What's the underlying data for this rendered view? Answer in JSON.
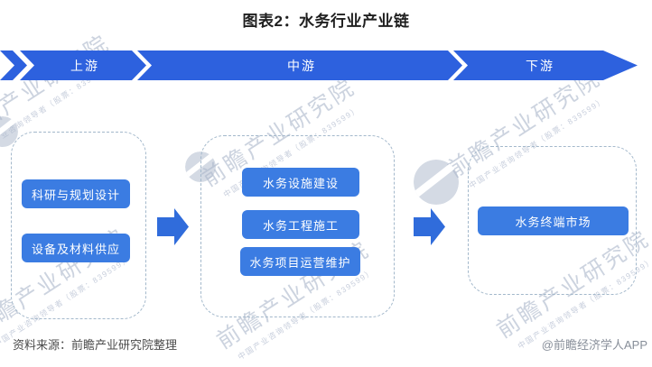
{
  "title": "图表2：水务行业产业链",
  "banner": {
    "upstream": "上游",
    "midstream": "中游",
    "downstream": "下游"
  },
  "groups": {
    "upstream": {
      "items": [
        "科研与规划设计",
        "设备及材料供应"
      ]
    },
    "midstream": {
      "items": [
        "水务设施建设",
        "水务工程施工",
        "水务项目运营维护"
      ]
    },
    "downstream": {
      "items": [
        "水务终端市场"
      ]
    }
  },
  "watermark": {
    "brand": "前瞻产业研究院",
    "tagline": "中国产业咨询领导者（股票：839599）"
  },
  "footer": {
    "source": "资料来源：前瞻产业研究院整理",
    "credit": "@前瞻经济学人APP"
  },
  "colors": {
    "ribbon_blue": "#2d61de",
    "node_blue": "#3b7ce2",
    "arrow_blue": "#306cdb",
    "watermark_gray": "#a2aec5",
    "dash_border": "#a3b8cb"
  }
}
